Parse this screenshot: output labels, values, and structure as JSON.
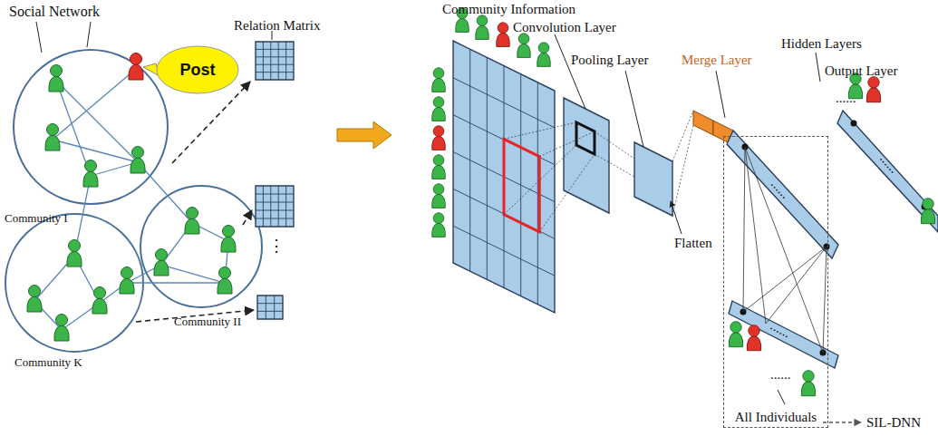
{
  "diagram": {
    "nodes": [
      {
        "text": [
          "Community I"
        ]
      },
      {
        "text": [
          "Community II"
        ]
      },
      {
        "text": [
          "Community K"
        ]
      },
      {
        "text": [
          "Post"
        ]
      },
      {
        "text": [
          "All Individuals"
        ]
      }
    ],
    "labels": [
      "Social Network",
      "Relation Matrix",
      "⋮",
      "Community Information",
      "Convolution Layer",
      "Pooling Layer",
      "Flatten",
      "Merge Layer",
      "Hidden Layers",
      "Output Layer",
      "......",
      "......",
      "......",
      "......",
      "......",
      "SIL-DNN"
    ]
  }
}
